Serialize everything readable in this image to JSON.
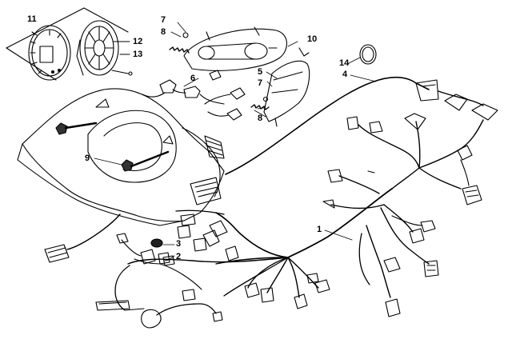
{
  "diagram": {
    "callouts": [
      {
        "id": "c1",
        "text": "1"
      },
      {
        "id": "c2",
        "text": "2"
      },
      {
        "id": "c3",
        "text": "3"
      },
      {
        "id": "c4",
        "text": "4"
      },
      {
        "id": "c5",
        "text": "5"
      },
      {
        "id": "c6",
        "text": "6"
      },
      {
        "id": "c7a",
        "text": "7"
      },
      {
        "id": "c7b",
        "text": "7"
      },
      {
        "id": "c8a",
        "text": "8"
      },
      {
        "id": "c8b",
        "text": "8"
      },
      {
        "id": "c9",
        "text": "9"
      },
      {
        "id": "c10",
        "text": "10"
      },
      {
        "id": "c11",
        "text": "11"
      },
      {
        "id": "c12",
        "text": "12"
      },
      {
        "id": "c13",
        "text": "13"
      },
      {
        "id": "c14",
        "text": "14"
      }
    ]
  }
}
